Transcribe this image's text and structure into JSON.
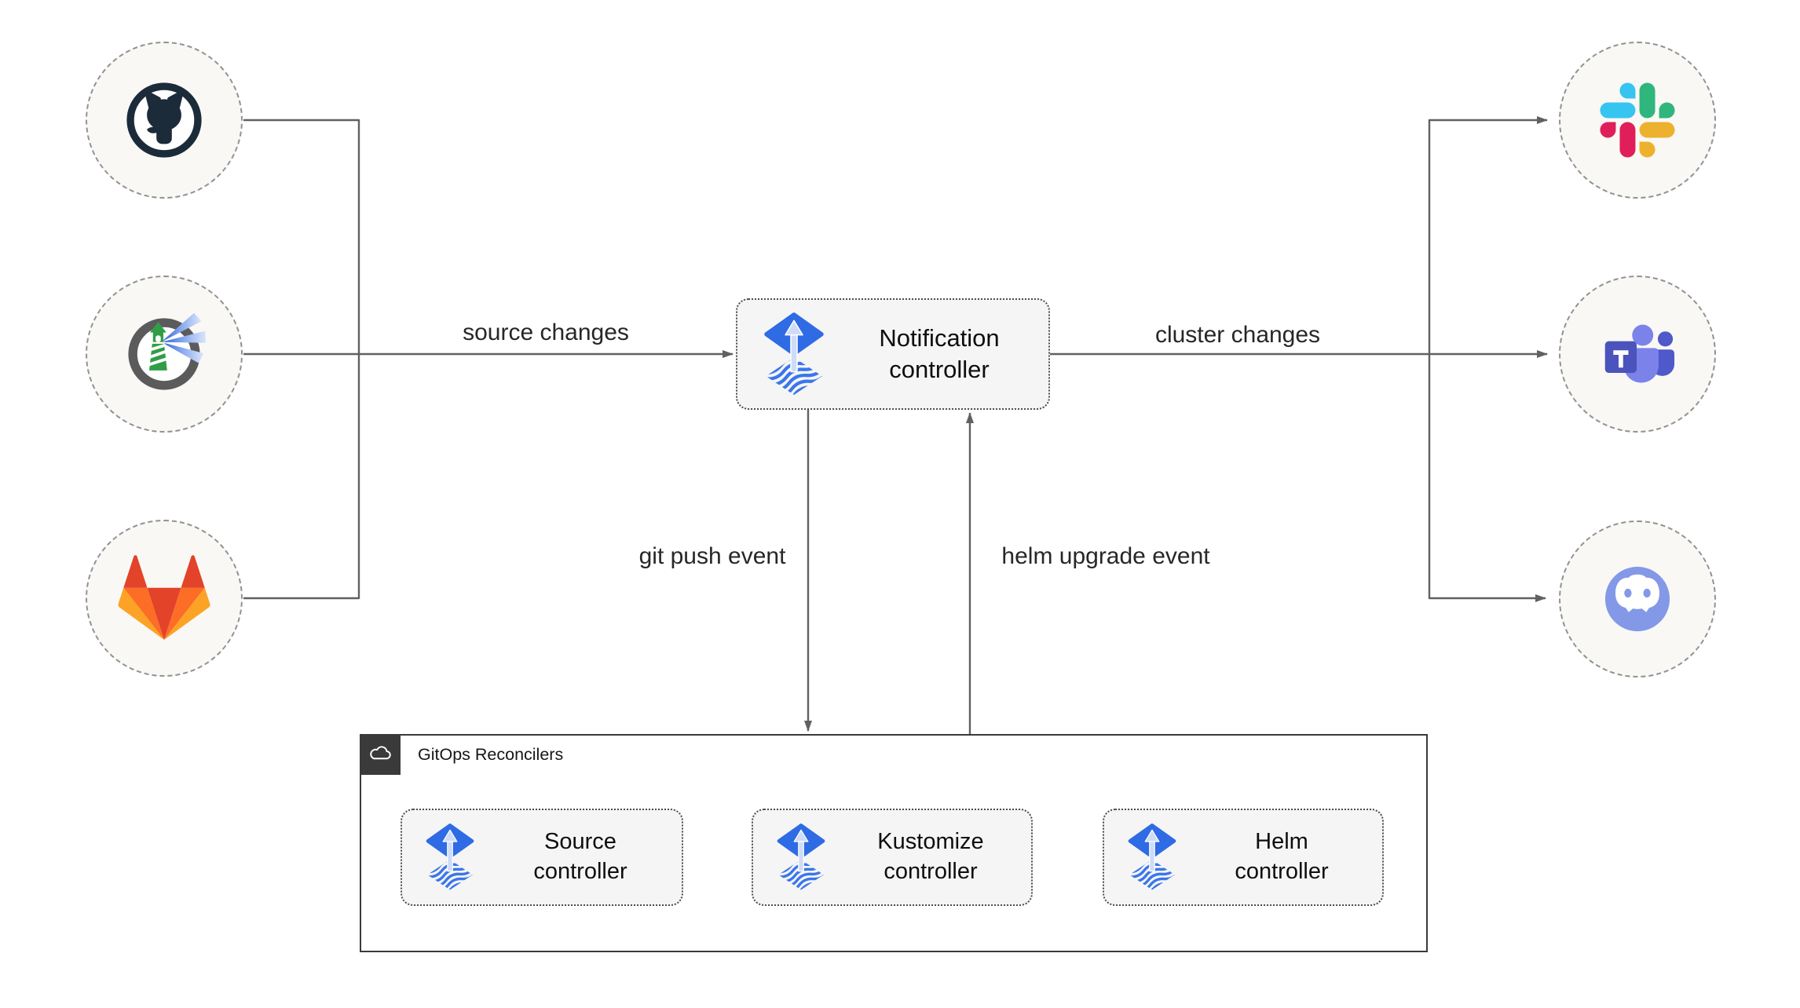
{
  "diagram": {
    "edge_labels": {
      "source_changes": "source changes",
      "cluster_changes": "cluster changes",
      "git_push_event": "git push event",
      "helm_upgrade_event": "helm upgrade event"
    },
    "notification_controller": {
      "line1": "Notification",
      "line2": "controller",
      "icon": "flux-icon"
    },
    "source_nodes": [
      {
        "icon": "github-icon"
      },
      {
        "icon": "harbor-icon"
      },
      {
        "icon": "gitlab-icon"
      }
    ],
    "target_nodes": [
      {
        "icon": "slack-icon"
      },
      {
        "icon": "microsoft-teams-icon"
      },
      {
        "icon": "discord-icon"
      }
    ],
    "gitops_group": {
      "title": "GitOps Reconcilers",
      "icon": "cloud-icon",
      "controllers": [
        {
          "line1": "Source",
          "line2": "controller",
          "icon": "flux-icon"
        },
        {
          "line1": "Kustomize",
          "line2": "controller",
          "icon": "flux-icon"
        },
        {
          "line1": "Helm",
          "line2": "controller",
          "icon": "flux-icon"
        }
      ]
    },
    "colors": {
      "connector": "#616161",
      "flux_blue": "#2e6be4",
      "box_fill": "#f5f5f5",
      "node_fill": "#f9f8f5",
      "group_border": "#3a3a3a",
      "github_ink": "#1b2b3a",
      "harbor_green": "#2f9e47",
      "gitlab_red": "#e24329",
      "gitlab_orange": "#fc6d26",
      "gitlab_amber": "#fca326",
      "slack_blue": "#36c5f0",
      "slack_green": "#2eb67d",
      "slack_yellow": "#ecb22e",
      "slack_pink": "#e01e5a",
      "teams_indigo": "#4b53bc",
      "discord_blurple": "#8498e8"
    }
  }
}
